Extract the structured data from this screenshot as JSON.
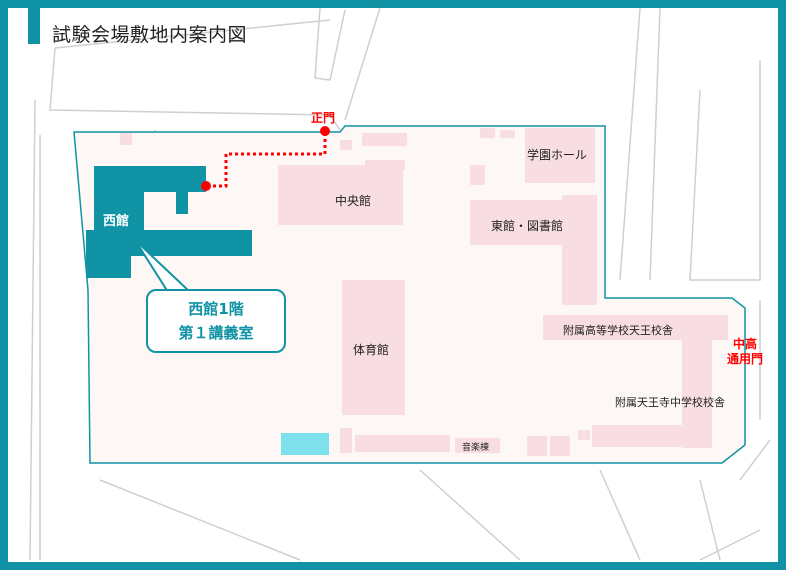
{
  "title": "試験会場敷地内案内図",
  "gates": {
    "main": "正門",
    "side_line1": "中高",
    "side_line2": "通用門"
  },
  "buildings": {
    "west": "西館",
    "central": "中央館",
    "gym": "体育館",
    "hall": "学園ホール",
    "east_library": "東館・図書館",
    "high_school": "附属高等学校天王校舎",
    "junior_high": "附属天王寺中学校校舎",
    "music": "音楽棟"
  },
  "callout": {
    "line1": "西館1階",
    "line2": "第１講義室"
  },
  "colors": {
    "accent": "#1093a4",
    "building": "#f8dde2",
    "campus": "#fdf8f5",
    "route": "#ff0000"
  }
}
